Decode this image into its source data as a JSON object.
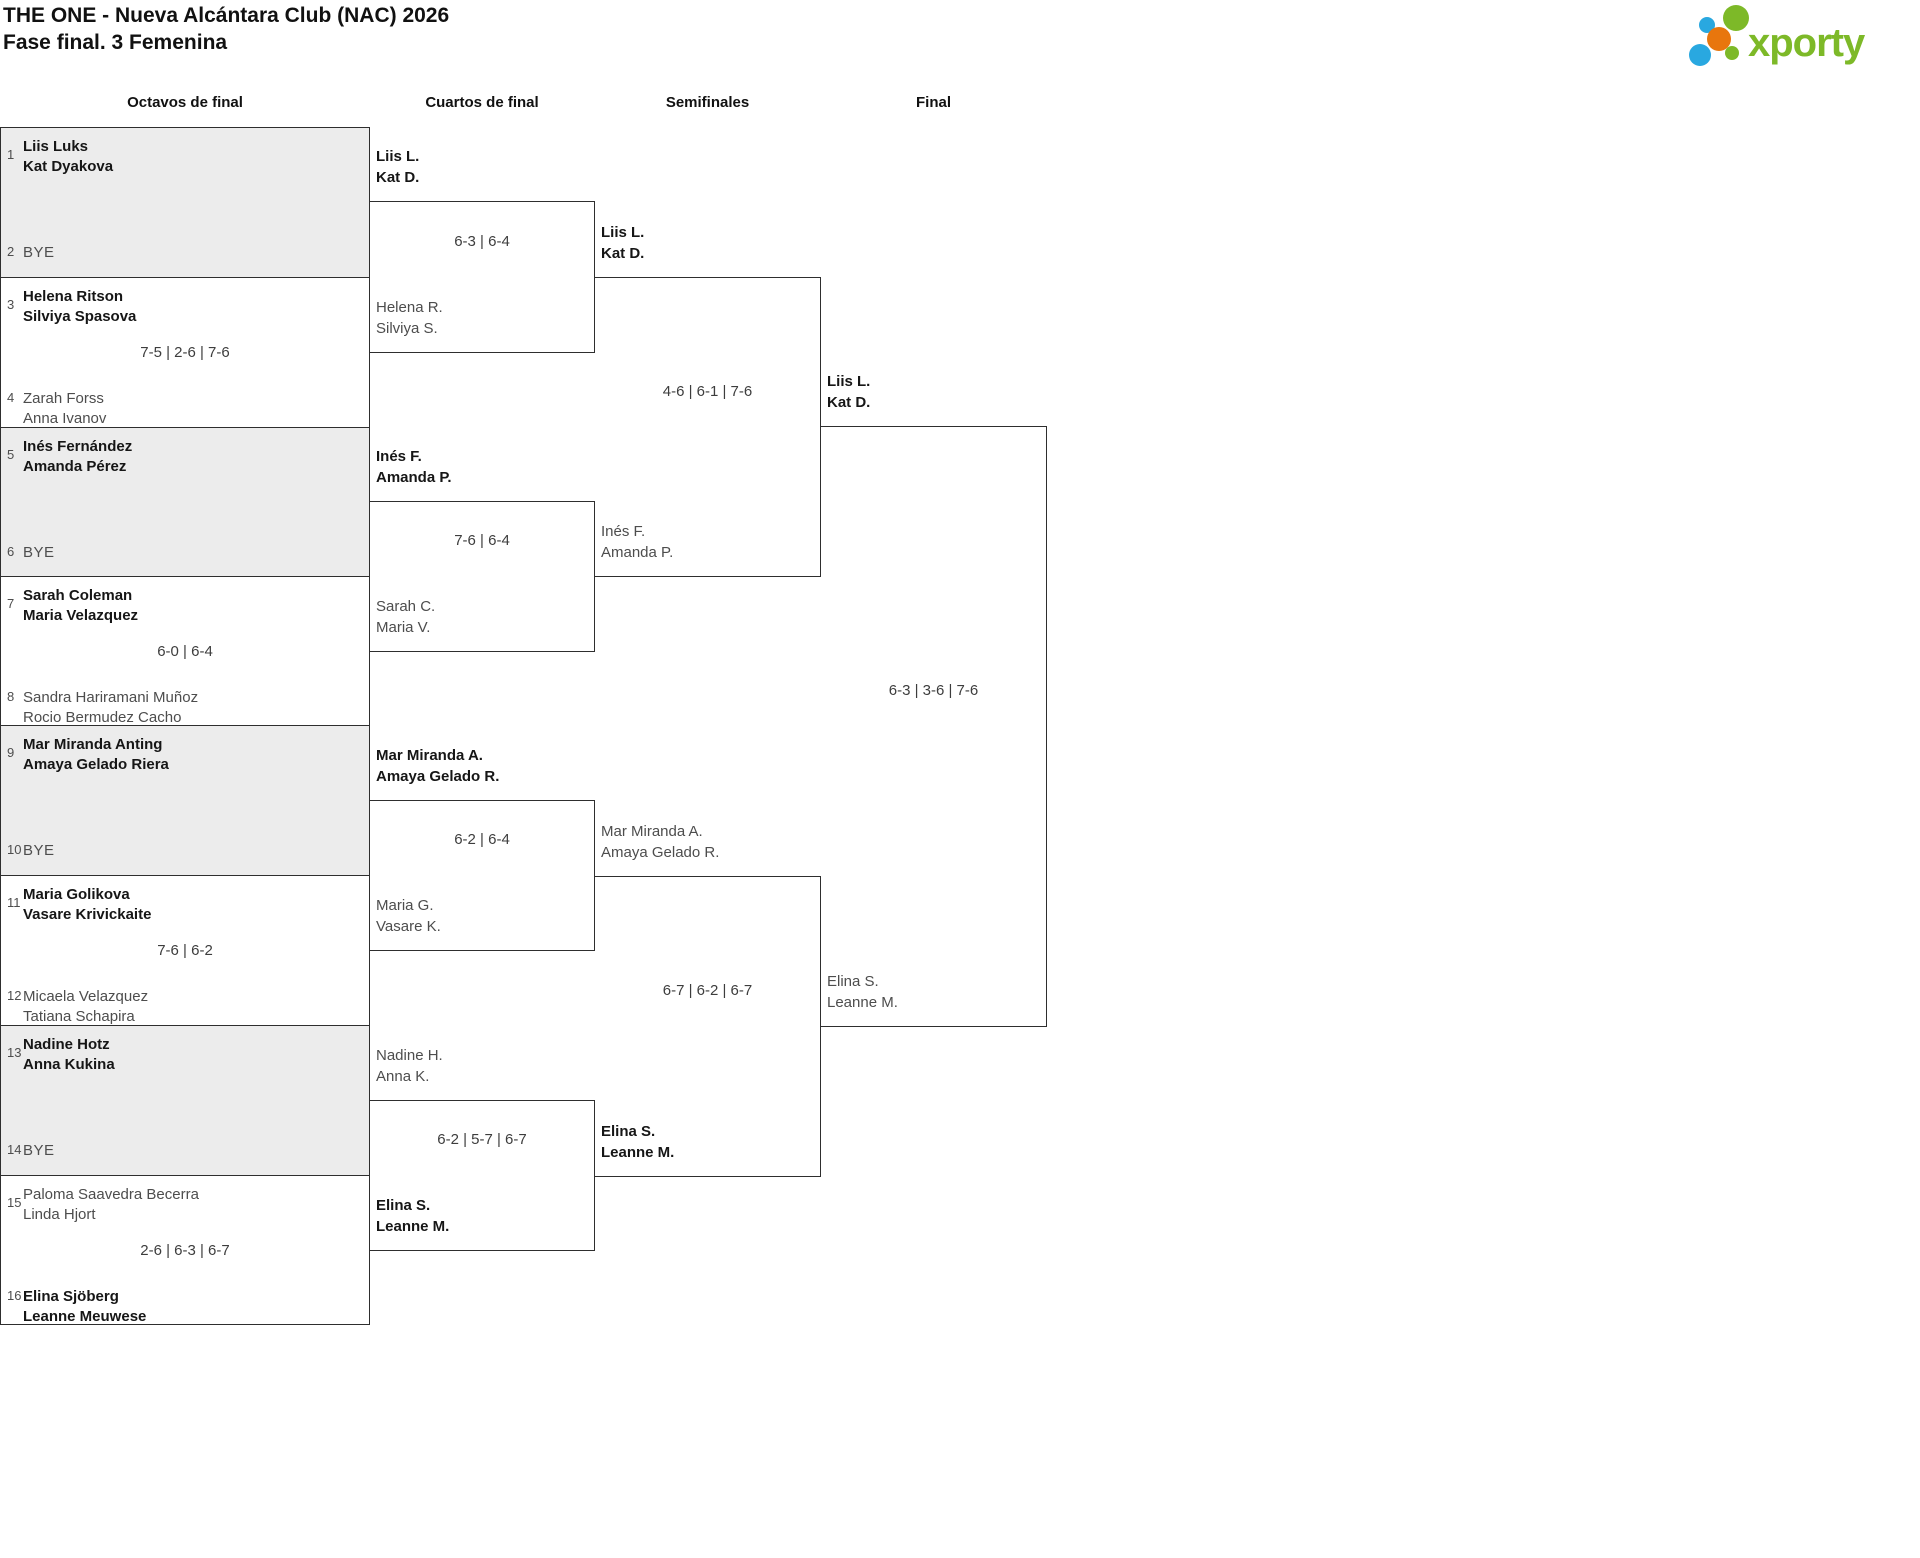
{
  "header": {
    "title_line1": "THE ONE - Nueva Alcántara Club (NAC) 2026",
    "title_line2": "Fase final. 3 Femenina"
  },
  "logo": {
    "text": "xporty",
    "green": "#7db928",
    "blue": "#29a8e0",
    "orange": "#e8760d"
  },
  "colors": {
    "line": "#2e2e2e",
    "box_fill": "#ececec",
    "winner_text": "#161616",
    "loser_text": "#4d4d4d",
    "score_text": "#3d3d3d"
  },
  "chart_data": {
    "type": "table",
    "title": "THE ONE - Nueva Alcántara Club (NAC) 2026",
    "subtitle": "Fase final. 3 Femenina",
    "rounds": [
      {
        "name": "Octavos de final",
        "matches": [
          {
            "seed_top": "1",
            "team_top": [
              "Liis Luks",
              "Kat Dyakova"
            ],
            "top_winner": true,
            "seed_bottom": "2",
            "team_bottom": [
              "BYE"
            ],
            "bottom_winner": false,
            "bye": true,
            "score": ""
          },
          {
            "seed_top": "3",
            "team_top": [
              "Helena Ritson",
              "Silviya Spasova"
            ],
            "top_winner": true,
            "seed_bottom": "4",
            "team_bottom": [
              "Zarah Forss",
              "Anna Ivanov"
            ],
            "bottom_winner": false,
            "bye": false,
            "score": "7-5 | 2-6 | 7-6"
          },
          {
            "seed_top": "5",
            "team_top": [
              "Inés Fernández",
              "Amanda Pérez"
            ],
            "top_winner": true,
            "seed_bottom": "6",
            "team_bottom": [
              "BYE"
            ],
            "bottom_winner": false,
            "bye": true,
            "score": ""
          },
          {
            "seed_top": "7",
            "team_top": [
              "Sarah Coleman",
              "Maria Velazquez"
            ],
            "top_winner": true,
            "seed_bottom": "8",
            "team_bottom": [
              "Sandra Hariramani Muñoz",
              "Rocio Bermudez Cacho"
            ],
            "bottom_winner": false,
            "bye": false,
            "score": "6-0 | 6-4"
          },
          {
            "seed_top": "9",
            "team_top": [
              "Mar Miranda Anting",
              "Amaya Gelado Riera"
            ],
            "top_winner": true,
            "seed_bottom": "10",
            "team_bottom": [
              "BYE"
            ],
            "bottom_winner": false,
            "bye": true,
            "score": ""
          },
          {
            "seed_top": "11",
            "team_top": [
              "Maria Golikova",
              "Vasare Krivickaite"
            ],
            "top_winner": true,
            "seed_bottom": "12",
            "team_bottom": [
              "Micaela Velazquez",
              "Tatiana Schapira"
            ],
            "bottom_winner": false,
            "bye": false,
            "score": "7-6 | 6-2"
          },
          {
            "seed_top": "13",
            "team_top": [
              "Nadine Hotz",
              "Anna Kukina"
            ],
            "top_winner": true,
            "seed_bottom": "14",
            "team_bottom": [
              "BYE"
            ],
            "bottom_winner": false,
            "bye": true,
            "score": ""
          },
          {
            "seed_top": "15",
            "team_top": [
              "Paloma Saavedra Becerra",
              "Linda Hjort"
            ],
            "top_winner": false,
            "seed_bottom": "16",
            "team_bottom": [
              "Elina Sjöberg",
              "Leanne Meuwese"
            ],
            "bottom_winner": true,
            "bye": false,
            "score": "2-6 | 6-3 | 6-7"
          }
        ]
      },
      {
        "name": "Cuartos de final",
        "matches": [
          {
            "team_top": [
              "Liis L.",
              "Kat D."
            ],
            "top_winner": true,
            "team_bottom": [
              "Helena R.",
              "Silviya S."
            ],
            "bottom_winner": false,
            "score": "6-3 | 6-4"
          },
          {
            "team_top": [
              "Inés F.",
              "Amanda P."
            ],
            "top_winner": true,
            "team_bottom": [
              "Sarah C.",
              "Maria V."
            ],
            "bottom_winner": false,
            "score": "7-6 | 6-4"
          },
          {
            "team_top": [
              "Mar Miranda A.",
              "Amaya Gelado R."
            ],
            "top_winner": true,
            "team_bottom": [
              "Maria G.",
              "Vasare K."
            ],
            "bottom_winner": false,
            "score": "6-2 | 6-4"
          },
          {
            "team_top": [
              "Nadine H.",
              "Anna K."
            ],
            "top_winner": false,
            "team_bottom": [
              "Elina S.",
              "Leanne M."
            ],
            "bottom_winner": true,
            "score": "6-2 | 5-7 | 6-7"
          }
        ]
      },
      {
        "name": "Semifinales",
        "matches": [
          {
            "team_top": [
              "Liis L.",
              "Kat D."
            ],
            "top_winner": true,
            "team_bottom": [
              "Inés F.",
              "Amanda P."
            ],
            "bottom_winner": false,
            "score": "4-6 | 6-1 | 7-6"
          },
          {
            "team_top": [
              "Mar Miranda A.",
              "Amaya Gelado R."
            ],
            "top_winner": false,
            "team_bottom": [
              "Elina S.",
              "Leanne M."
            ],
            "bottom_winner": true,
            "score": "6-7 | 6-2 | 6-7"
          }
        ]
      },
      {
        "name": "Final",
        "matches": [
          {
            "team_top": [
              "Liis L.",
              "Kat D."
            ],
            "top_winner": true,
            "team_bottom": [
              "Elina S.",
              "Leanne M."
            ],
            "bottom_winner": false,
            "score": "6-3 | 3-6 | 7-6"
          }
        ]
      }
    ]
  }
}
